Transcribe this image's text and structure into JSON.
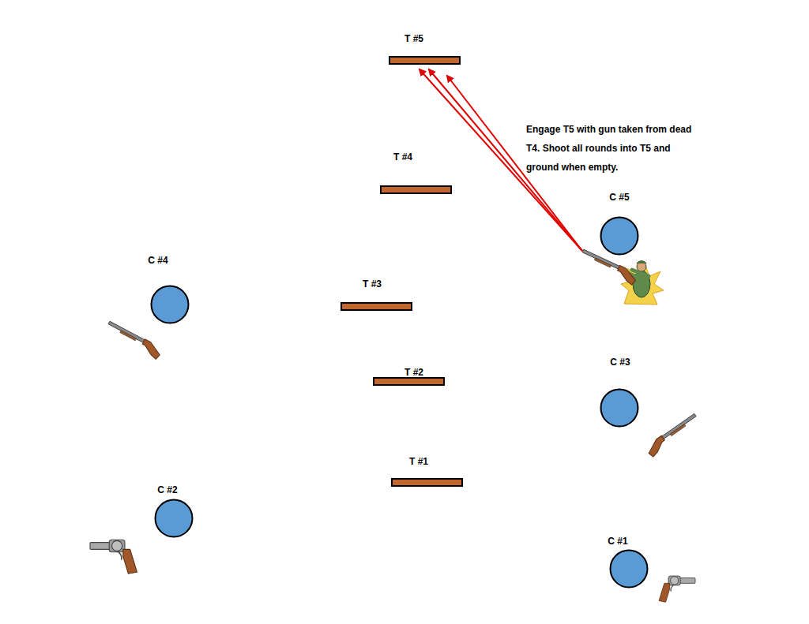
{
  "diagram": {
    "nodes": [
      {
        "text": [
          "T #5"
        ]
      },
      {
        "text": [
          "T #4"
        ]
      },
      {
        "text": [
          "C #5"
        ]
      },
      {
        "text": [
          "C #4"
        ]
      },
      {
        "text": [
          "T #3"
        ]
      },
      {
        "text": [
          "C #3"
        ]
      },
      {
        "text": [
          "T #2"
        ]
      },
      {
        "text": [
          "T #1"
        ]
      },
      {
        "text": [
          "C #2"
        ]
      },
      {
        "text": [
          "C #1"
        ]
      }
    ],
    "labels": [
      "Engage T5 with gun taken from dead T4. Shoot all rounds into T5 and ground when empty."
    ]
  }
}
